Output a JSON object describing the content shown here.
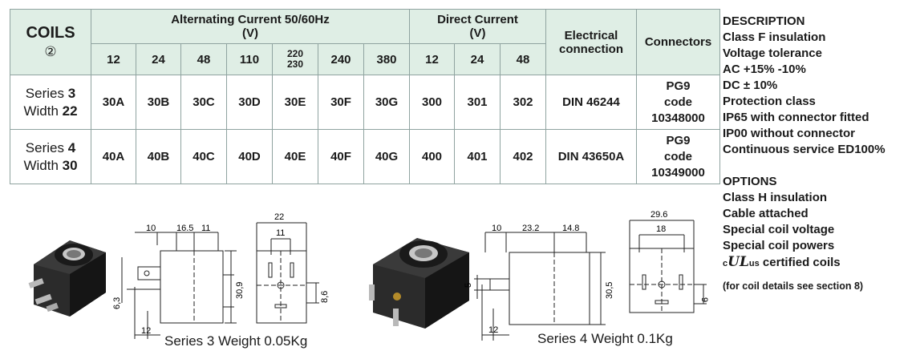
{
  "table": {
    "coils_label": "COILS",
    "coils_mark": "②",
    "ac_header_line1": "Alternating Current 50/60Hz",
    "ac_header_line2": "(V)",
    "dc_header_line1": "Direct Current",
    "dc_header_line2": "(V)",
    "electrical_header_line1": "Electrical",
    "electrical_header_line2": "connection",
    "connectors_header": "Connectors",
    "ac_voltages": [
      "12",
      "24",
      "48",
      "110",
      "220\n230",
      "240",
      "380"
    ],
    "dc_voltages": [
      "12",
      "24",
      "48"
    ],
    "rows": [
      {
        "series_prefix": "Series ",
        "series_num": "3",
        "width_prefix": "Width ",
        "width_num": "22",
        "ac_codes": [
          "30A",
          "30B",
          "30C",
          "30D",
          "30E",
          "30F",
          "30G"
        ],
        "dc_codes": [
          "300",
          "301",
          "302"
        ],
        "electrical": "DIN 46244",
        "connector_line1": "PG9",
        "connector_line2": "code",
        "connector_line3": "10348000"
      },
      {
        "series_prefix": "Series ",
        "series_num": "4",
        "width_prefix": "Width ",
        "width_num": "30",
        "ac_codes": [
          "40A",
          "40B",
          "40C",
          "40D",
          "40E",
          "40F",
          "40G"
        ],
        "dc_codes": [
          "400",
          "401",
          "402"
        ],
        "electrical": "DIN 43650A",
        "connector_line1": "PG9",
        "connector_line2": "code",
        "connector_line3": "10349000"
      }
    ]
  },
  "description": {
    "title": "DESCRIPTION",
    "lines": [
      "Class F insulation",
      "Voltage tolerance",
      "AC +15% -10%",
      "DC ± 10%",
      "Protection class",
      "IP65 with connector fitted",
      "IP00 without connector",
      "Continuous service ED100%"
    ]
  },
  "options": {
    "title": "OPTIONS",
    "lines": [
      "Class H insulation",
      "Cable attached",
      "Special coil voltage",
      "Special coil powers"
    ],
    "cert_c": "c",
    "cert_ul": "UL",
    "cert_us": "us",
    "cert_text": " certified coils",
    "note": "(for coil details see section 8)"
  },
  "drawing3": {
    "caption": "Series 3  Weight 0.05Kg",
    "dims": {
      "d10": "10",
      "d16_5": "16.5",
      "d11": "11",
      "d22": "22",
      "d11b": "11",
      "d30_9": "30,9",
      "d8_6": "8,6",
      "d6_3": "6,3",
      "d12": "12"
    }
  },
  "drawing4": {
    "caption": "Series 4  Weight 0.1Kg",
    "dims": {
      "d10": "10",
      "d23_2": "23.2",
      "d14_8": "14.8",
      "d29_6": "29.6",
      "d18": "18",
      "d30_5": "30,5",
      "d9": "9",
      "d5": "5",
      "d12": "12"
    }
  },
  "colors": {
    "header_bg": "#dfeee5",
    "border": "#8fa3a0",
    "coil_body": "#222222"
  }
}
